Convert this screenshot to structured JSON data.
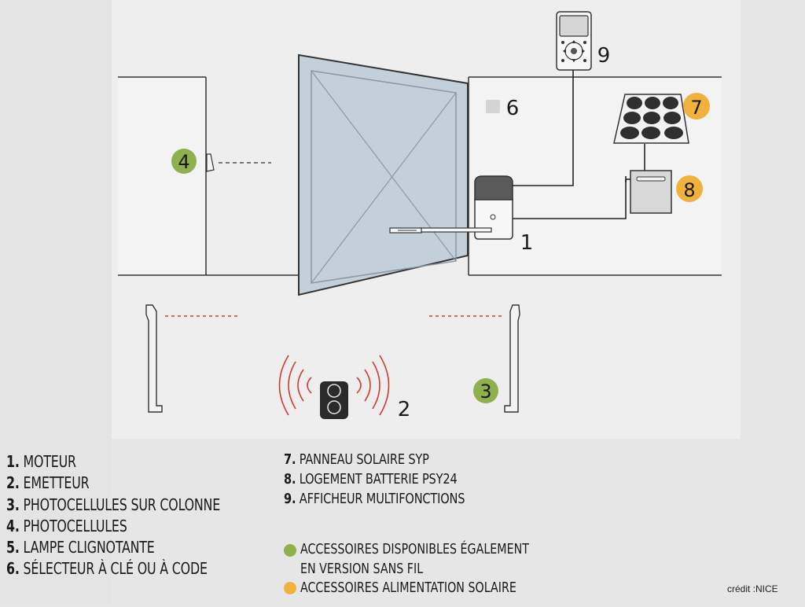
{
  "diagram": {
    "callouts": {
      "c1": "1",
      "c2": "2",
      "c3": "3",
      "c4": "4",
      "c6": "6",
      "c7": "7",
      "c8": "8",
      "c9": "9"
    }
  },
  "legend": {
    "left": [
      {
        "num": "1.",
        "label": "MOTEUR"
      },
      {
        "num": "2.",
        "label": "EMETTEUR"
      },
      {
        "num": "3.",
        "label": "PHOTOCELLULES SUR COLONNE"
      },
      {
        "num": "4.",
        "label": "PHOTOCELLULES"
      },
      {
        "num": "5.",
        "label": "LAMPE CLIGNOTANTE"
      },
      {
        "num": "6.",
        "label": "SÉLECTEUR À CLÉ OU À CODE"
      }
    ],
    "right": [
      {
        "num": "7.",
        "label": "PANNEAU SOLAIRE SYP"
      },
      {
        "num": "8.",
        "label": "LOGEMENT BATTERIE PSY24"
      },
      {
        "num": "9.",
        "label": "AFFICHEUR MULTIFONCTIONS"
      }
    ]
  },
  "notes": {
    "green_line1": "ACCESSOIRES DISPONIBLES ÉGALEMENT",
    "green_line2": "EN VERSION SANS FIL",
    "orange": "ACCESSOIRES ALIMENTATION SOLAIRE"
  },
  "credit": "crédit :NICE",
  "colors": {
    "green": "#8fb04c",
    "orange": "#f0b23c",
    "red": "#d23a2e",
    "gate": "#c3d0da",
    "outline": "#333333"
  }
}
